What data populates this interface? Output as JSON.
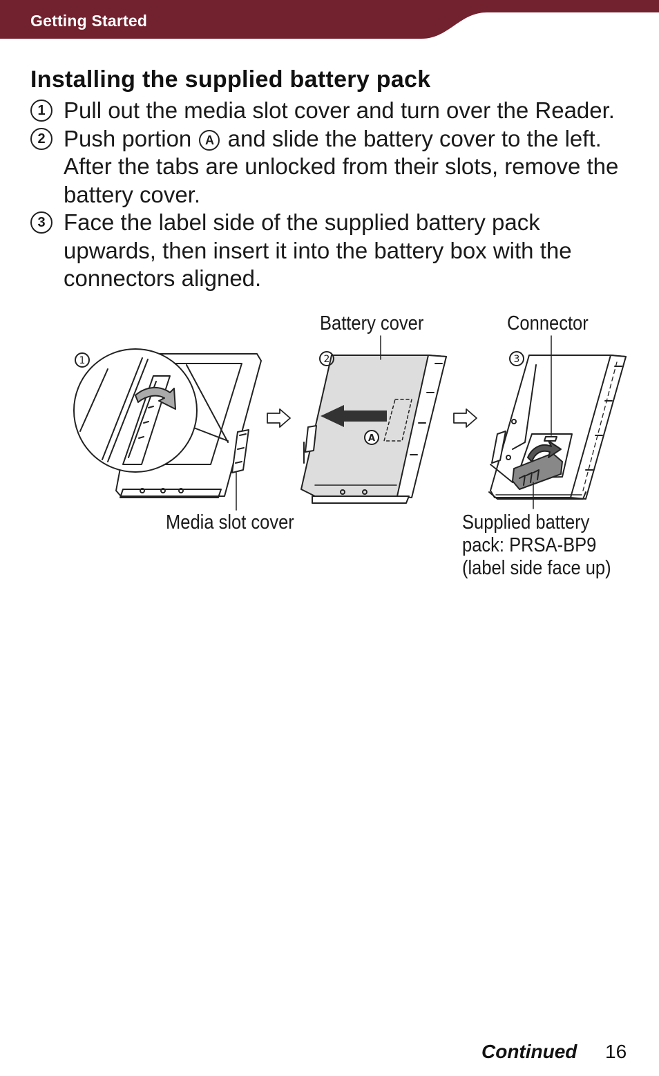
{
  "header": {
    "title": "Getting Started",
    "color": "#72212e"
  },
  "section": {
    "title": "Installing the supplied battery pack",
    "steps": [
      {
        "num": "1",
        "text": "Pull out the media slot cover and turn over the Reader."
      },
      {
        "num": "2",
        "pre": "Push portion",
        "marker": "A",
        "post": "and slide the battery cover to the left. After the tabs are unlocked from their slots, remove the battery cover."
      },
      {
        "num": "3",
        "text": "Face the label side of the supplied battery pack upwards, then insert it into the battery box with the connectors aligned."
      }
    ]
  },
  "figure": {
    "panel_numbers": [
      "1",
      "2",
      "3"
    ],
    "marker": "A",
    "labels": {
      "battery_cover": "Battery cover",
      "connector": "Connector",
      "media_slot_cover": "Media slot cover",
      "battery_pack_line1": "Supplied battery",
      "battery_pack_line2": "pack: PRSA-BP9",
      "battery_pack_line3": "(label side face up)"
    }
  },
  "footer": {
    "continued": "Continued",
    "page": "16"
  }
}
